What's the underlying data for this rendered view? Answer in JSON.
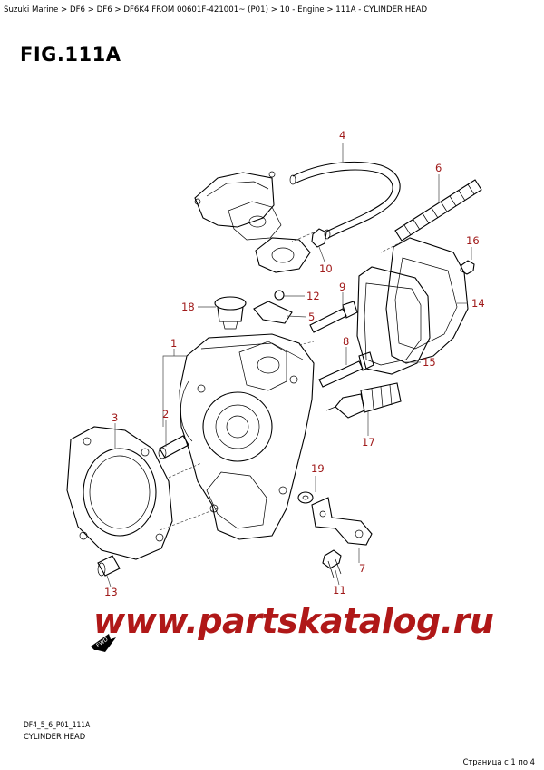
{
  "breadcrumb": "Suzuki Marine > DF6 > DF6 > DF6K4 FROM 00601F-421001~ (P01) > 10 - Engine > 111A - CYLINDER HEAD",
  "figure_title": "FIG.111A",
  "callouts": {
    "c1": "1",
    "c2": "2",
    "c3": "3",
    "c4": "4",
    "c5": "5",
    "c6": "6",
    "c7": "7",
    "c8": "8",
    "c9": "9",
    "c10": "10",
    "c11": "11",
    "c12": "12",
    "c13": "13",
    "c14": "14",
    "c15": "15",
    "c16": "16",
    "c17": "17",
    "c18": "18",
    "c19": "19"
  },
  "fwd_label": "FWD",
  "watermark": "www.partskatalog.ru",
  "drawing_code": "DF4_5_6_P01_111A",
  "drawing_caption": "CYLINDER HEAD",
  "page_counter": "Страница с 1 по 4",
  "colors": {
    "callout": "#a01a1a",
    "watermark": "#b01818"
  }
}
